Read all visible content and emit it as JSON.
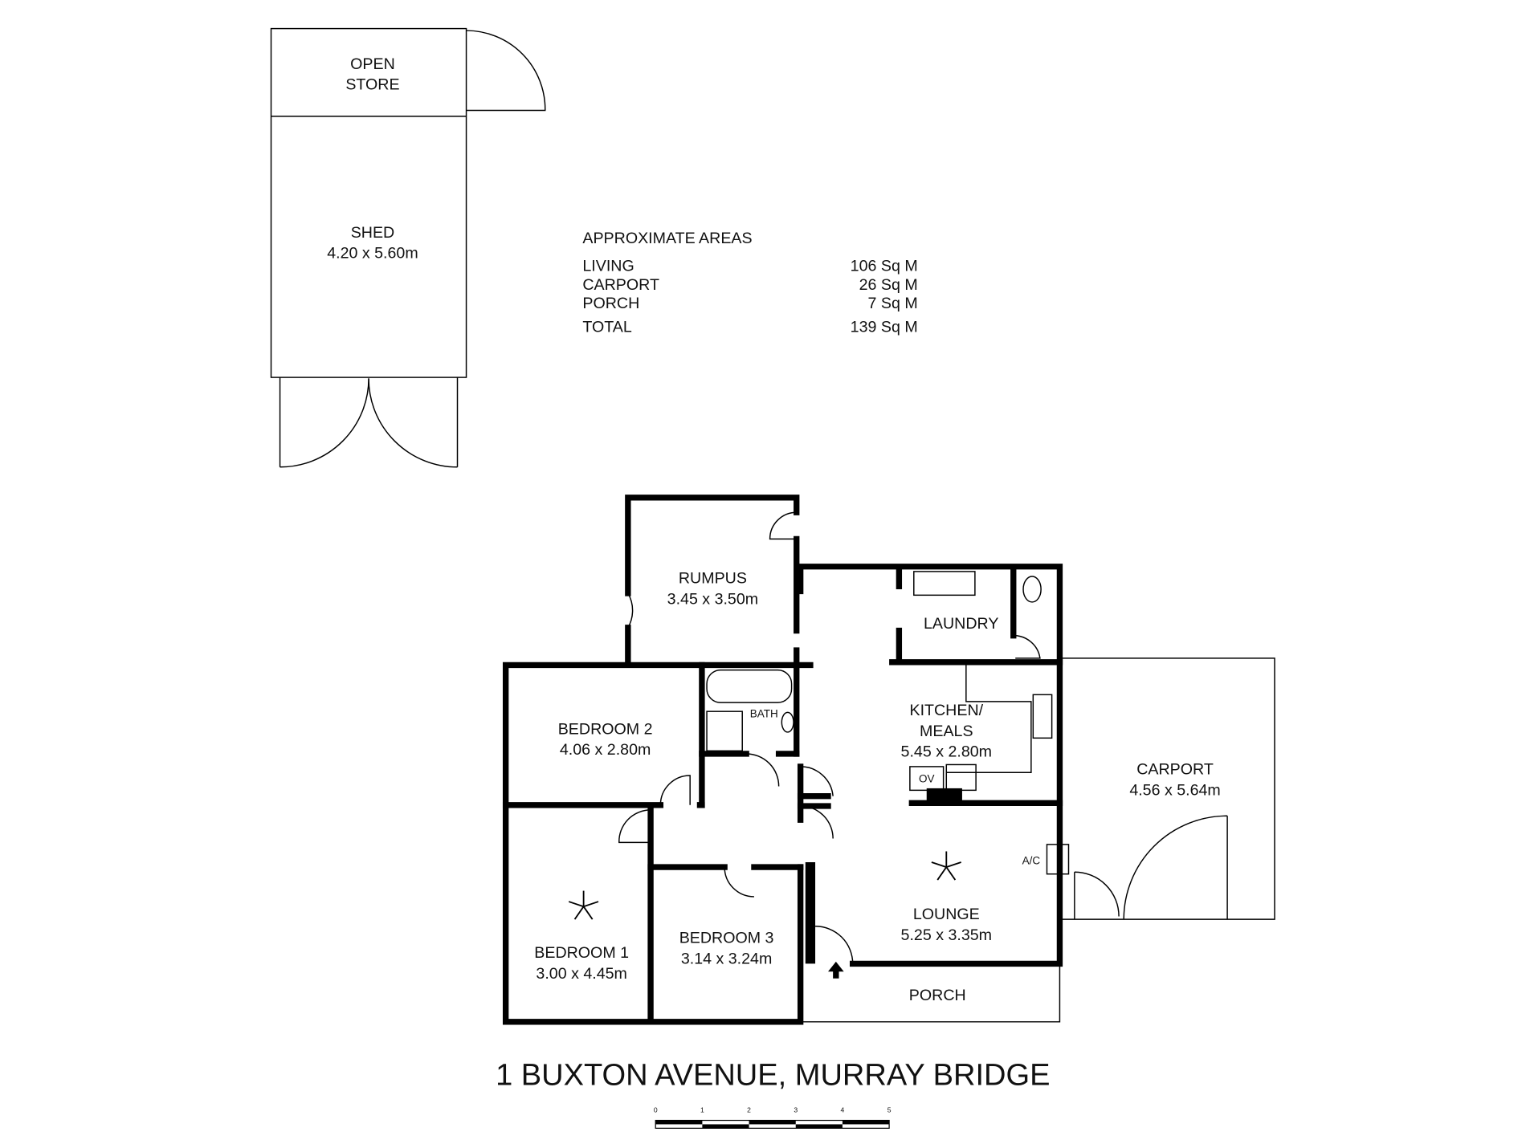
{
  "title": "1 BUXTON AVENUE, MURRAY BRIDGE",
  "areas": {
    "heading": "APPROXIMATE AREAS",
    "rows": [
      {
        "label": "LIVING",
        "value": "106 Sq M"
      },
      {
        "label": "CARPORT",
        "value": "26 Sq M"
      },
      {
        "label": "PORCH",
        "value": "7 Sq M"
      },
      {
        "label": "TOTAL",
        "value": "139 Sq M"
      }
    ]
  },
  "rooms": {
    "open_store": {
      "line1": "OPEN",
      "line2": "STORE"
    },
    "shed": {
      "name": "SHED",
      "dims": "4.20 x 5.60m"
    },
    "rumpus": {
      "name": "RUMPUS",
      "dims": "3.45 x 3.50m"
    },
    "laundry": {
      "name": "LAUNDRY"
    },
    "bedroom2": {
      "name": "BEDROOM 2",
      "dims": "4.06 x 2.80m"
    },
    "bath": {
      "name": "BATH"
    },
    "kitchen": {
      "line1": "KITCHEN/",
      "line2": "MEALS",
      "dims": "5.45 x 2.80m"
    },
    "carport": {
      "name": "CARPORT",
      "dims": "4.56 x 5.64m"
    },
    "lounge": {
      "name": "LOUNGE",
      "dims": "5.25 x 3.35m"
    },
    "bedroom1": {
      "name": "BEDROOM 1",
      "dims": "3.00 x 4.45m"
    },
    "bedroom3": {
      "name": "BEDROOM 3",
      "dims": "3.14 x 3.24m"
    },
    "porch": {
      "name": "PORCH"
    }
  },
  "fixtures": {
    "oven": "OV",
    "ac": "A/C"
  },
  "scale": {
    "ticks": [
      "0",
      "1",
      "2",
      "3",
      "4",
      "5"
    ],
    "unit_count": 5
  }
}
